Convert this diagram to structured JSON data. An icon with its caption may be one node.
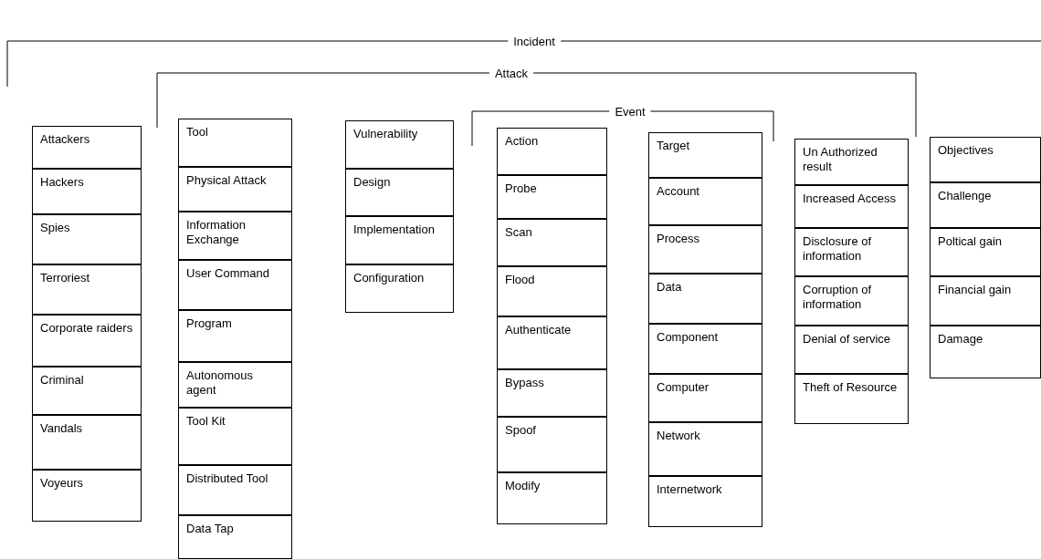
{
  "diagram": {
    "nodes": [
      {
        "text": [
          "Attackers"
        ]
      },
      {
        "text": [
          "Hackers"
        ]
      },
      {
        "text": [
          "Spies"
        ]
      },
      {
        "text": [
          "Terroriest"
        ]
      },
      {
        "text": [
          "Corporate raiders"
        ]
      },
      {
        "text": [
          "Criminal"
        ]
      },
      {
        "text": [
          "Vandals"
        ]
      },
      {
        "text": [
          "Voyeurs"
        ]
      },
      {
        "text": [
          "Tool"
        ]
      },
      {
        "text": [
          "Physical Attack"
        ]
      },
      {
        "text": [
          "Information Exchange"
        ]
      },
      {
        "text": [
          "User Command"
        ]
      },
      {
        "text": [
          "Program"
        ]
      },
      {
        "text": [
          "Autonomous agent"
        ]
      },
      {
        "text": [
          "Tool Kit"
        ]
      },
      {
        "text": [
          "Distributed Tool"
        ]
      },
      {
        "text": [
          "Data Tap"
        ]
      },
      {
        "text": [
          "Vulnerability"
        ]
      },
      {
        "text": [
          "Design"
        ]
      },
      {
        "text": [
          "Implementation"
        ]
      },
      {
        "text": [
          "Configuration"
        ]
      },
      {
        "text": [
          "Action"
        ]
      },
      {
        "text": [
          "Probe"
        ]
      },
      {
        "text": [
          "Scan"
        ]
      },
      {
        "text": [
          "Flood"
        ]
      },
      {
        "text": [
          "Authenticate"
        ]
      },
      {
        "text": [
          "Bypass"
        ]
      },
      {
        "text": [
          "Spoof"
        ]
      },
      {
        "text": [
          "Modify"
        ]
      },
      {
        "text": [
          "Target"
        ]
      },
      {
        "text": [
          "Account"
        ]
      },
      {
        "text": [
          "Process"
        ]
      },
      {
        "text": [
          "Data"
        ]
      },
      {
        "text": [
          "Component"
        ]
      },
      {
        "text": [
          "Computer"
        ]
      },
      {
        "text": [
          "Network"
        ]
      },
      {
        "text": [
          "Internetwork"
        ]
      },
      {
        "text": [
          "Un Authorized result"
        ]
      },
      {
        "text": [
          "Increased Access"
        ]
      },
      {
        "text": [
          "Disclosure of information"
        ]
      },
      {
        "text": [
          "Corruption of information"
        ]
      },
      {
        "text": [
          "Denial of service"
        ]
      },
      {
        "text": [
          "Theft of Resource"
        ]
      },
      {
        "text": [
          "Objectives"
        ]
      },
      {
        "text": [
          "Challenge"
        ]
      },
      {
        "text": [
          "Poltical gain"
        ]
      },
      {
        "text": [
          "Financial gain"
        ]
      },
      {
        "text": [
          "Damage"
        ]
      }
    ],
    "labels": [
      "Incident",
      "Attack",
      "Event"
    ]
  }
}
